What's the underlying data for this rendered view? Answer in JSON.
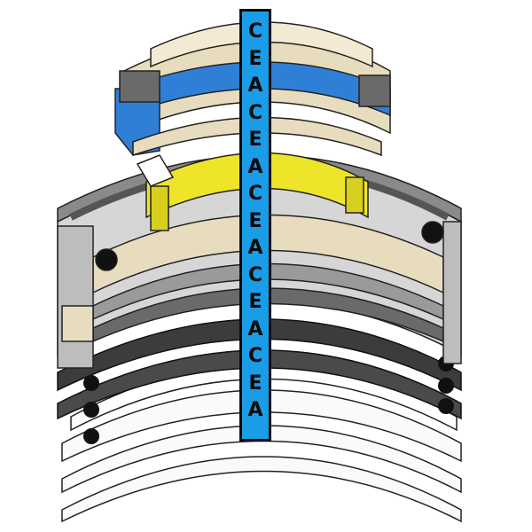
{
  "image": {
    "subject": "stacked hydraulic seal rings assembly",
    "icon": "seal-rings-illustration"
  },
  "watermark": {
    "letters": [
      "C",
      "E",
      "A",
      "C",
      "E",
      "A",
      "C",
      "E",
      "A",
      "C",
      "E",
      "A",
      "C",
      "E",
      "A"
    ],
    "colors": {
      "strip": "#1a9ce6",
      "text": "#0a0a0a"
    }
  },
  "colors": {
    "blue_ring": "#2f7fd6",
    "beige_ring": "#e8dcbf",
    "yellow_ring": "#eee52a",
    "dark_ring": "#3c3c3c",
    "grey_ring": "#cfcfcf",
    "oring": "#111111"
  }
}
